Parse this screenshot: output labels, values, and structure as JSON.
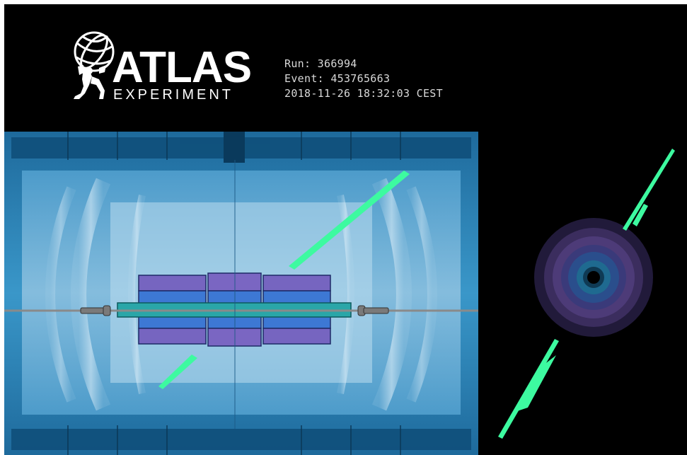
{
  "logo": {
    "wordmark": "ATLAS",
    "subtitle": "EXPERIMENT",
    "icon": "atlas-globe-figure-icon"
  },
  "event": {
    "run": "Run: 366994",
    "event": "Event: 453765663",
    "timestamp": "2018-11-26 18:32:03 CEST"
  },
  "colors": {
    "background": "#000000",
    "track": "#3dfaa0",
    "calorimeter_blue": "#2f7fb5",
    "calorimeter_purple": "#7a62b8",
    "inner_detector": "#2aa6a8"
  }
}
